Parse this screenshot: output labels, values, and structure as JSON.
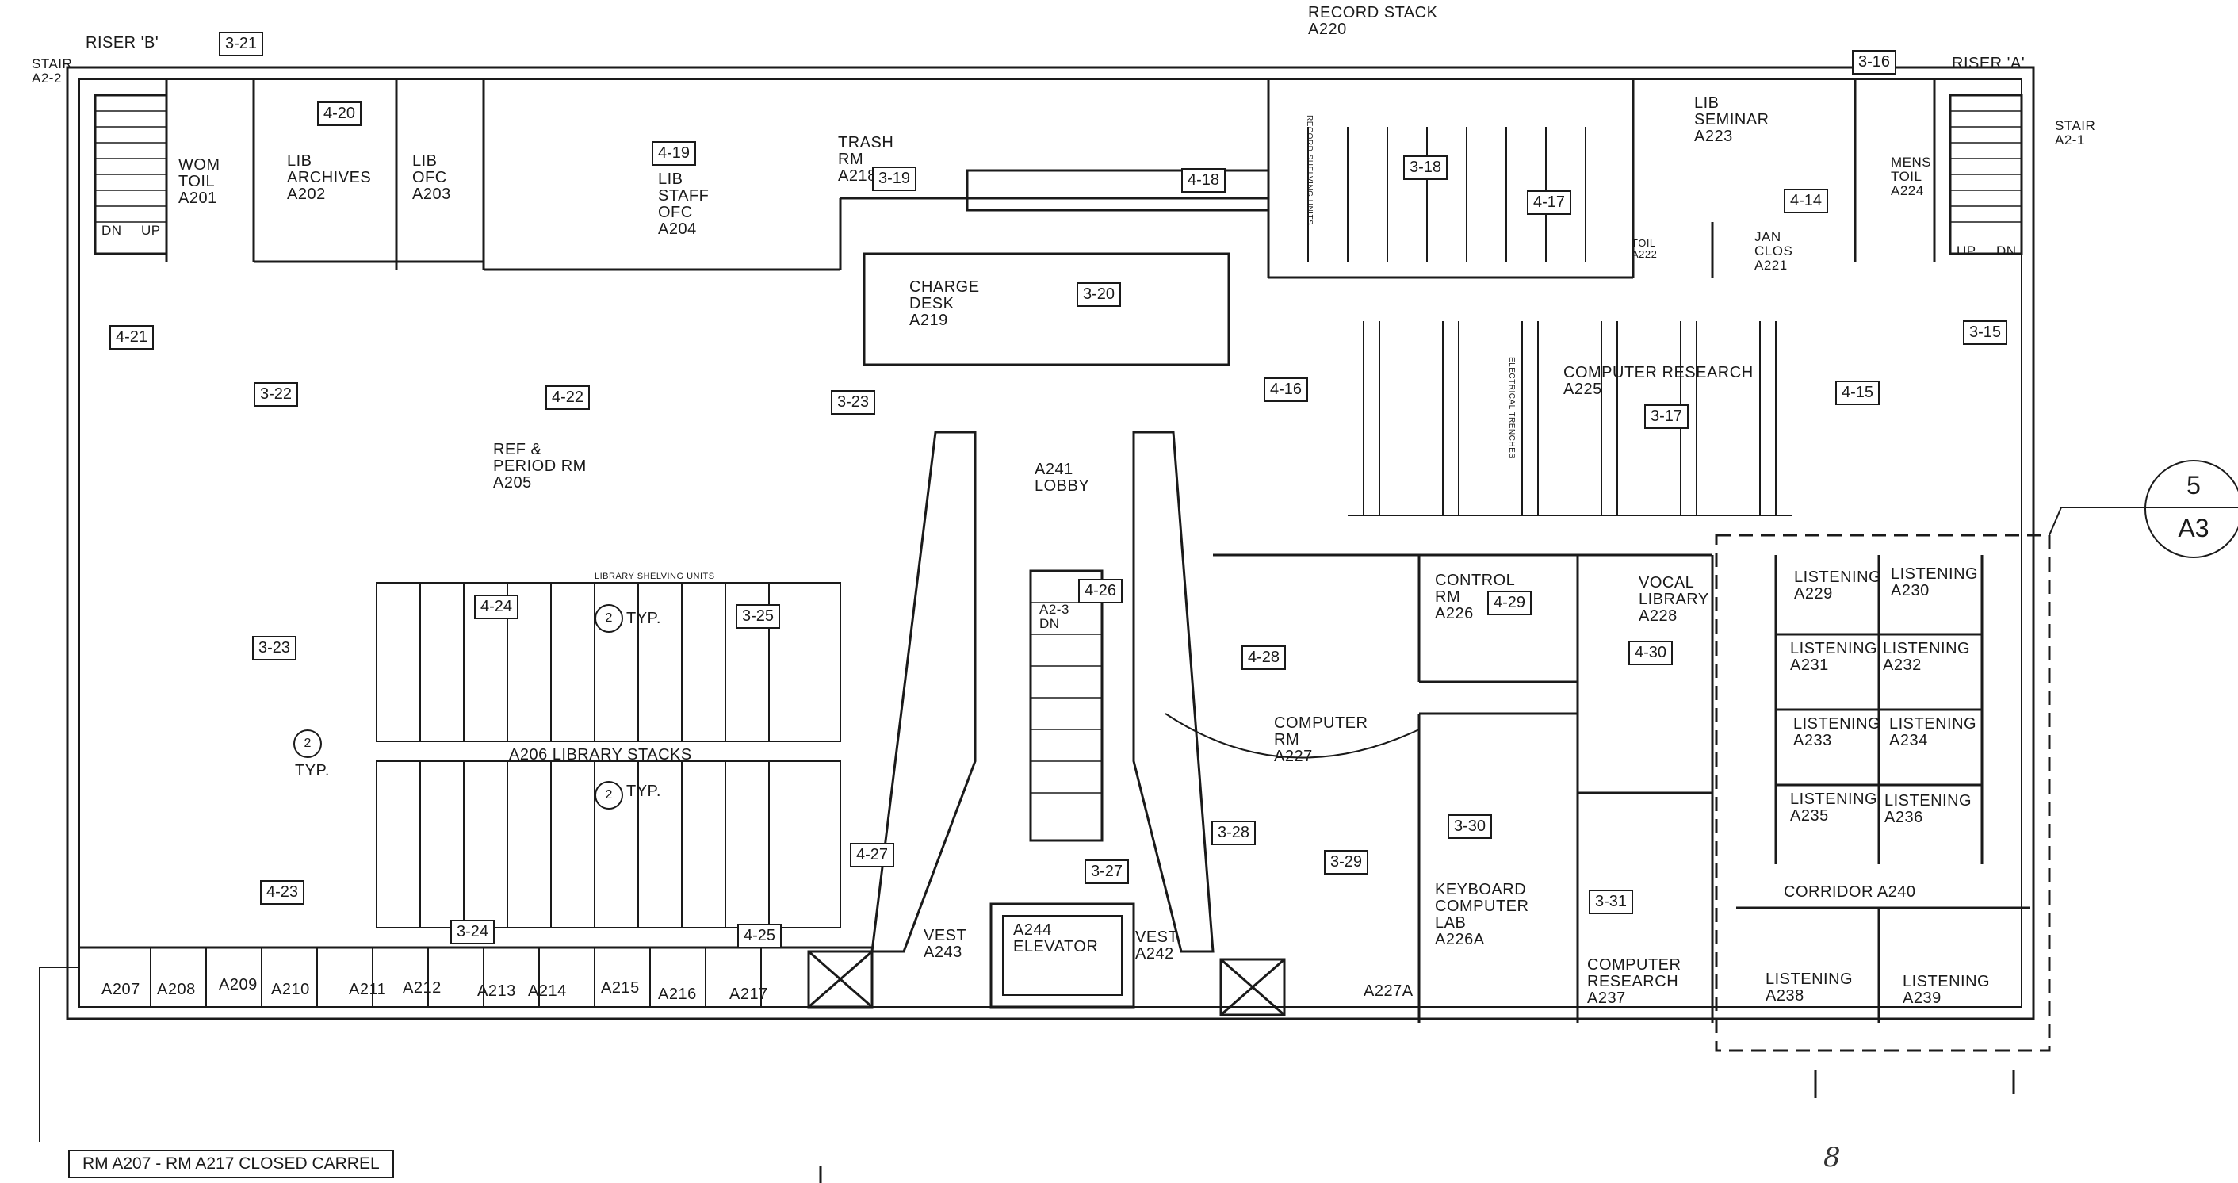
{
  "rooms": {
    "stair_a2_2": "STAIR\nA2-2",
    "riser_b": "RISER 'B'",
    "wom_toil": "WOM\nTOIL\nA201",
    "lib_archives": "LIB\nARCHIVES\nA202",
    "lib_ofc": "LIB\nOFC\nA203",
    "lib_staff_ofc": "LIB\nSTAFF\nOFC\nA204",
    "trash_rm": "TRASH\nRM\nA218",
    "charge_desk": "CHARGE\nDESK\nA219",
    "record_stack": "RECORD STACK\nA220",
    "lib_seminar": "LIB\nSEMINAR\nA223",
    "jan_clos": "JAN\nCLOS\nA221",
    "toil_a222": "TOIL\nA222",
    "mens_toil": "MENS\nTOIL\nA224",
    "riser_a": "RISER 'A'",
    "stair_a2_1": "STAIR\nA2-1",
    "computer_research_a225": "COMPUTER RESEARCH\nA225",
    "ref_period_rm": "REF &\nPERIOD RM\nA205",
    "lobby": "A241\nLOBBY",
    "a2_3_dn": "A2-3\nDN",
    "library_stacks": "A206 LIBRARY STACKS",
    "library_shelving_units": "LIBRARY SHELVING UNITS",
    "control_rm": "CONTROL\nRM\nA226",
    "vocal_library": "VOCAL\nLIBRARY\nA228",
    "computer_rm": "COMPUTER\nRM\nA227",
    "keyboard_lab": "KEYBOARD\nCOMPUTER\nLAB\nA226A",
    "computer_research_a237": "COMPUTER\nRESEARCH\nA237",
    "a227a": "A227A",
    "vest_a243": "VEST\nA243",
    "elevator": "A244\nELEVATOR",
    "vest_a242": "VEST\nA242",
    "listening_a229": "LISTENING\nA229",
    "listening_a230": "LISTENING\nA230",
    "listening_a231": "LISTENING\nA231",
    "listening_a232": "LISTENING\nA232",
    "listening_a233": "LISTENING\nA233",
    "listening_a234": "LISTENING\nA234",
    "listening_a235": "LISTENING\nA235",
    "listening_a236": "LISTENING\nA236",
    "corridor": "CORRIDOR  A240",
    "listening_a238": "LISTENING\nA238",
    "listening_a239": "LISTENING\nA239",
    "record_shelving": "RECORD SHELVING UNITS",
    "electrical_trench": "ELECTRICAL TRENCHES",
    "carrels": [
      "A207",
      "A208",
      "A209",
      "A210",
      "A211",
      "A212",
      "A213",
      "A214",
      "A215",
      "A216",
      "A217"
    ],
    "stair_dn": "DN",
    "stair_up": "UP"
  },
  "typ_notes": {
    "typ": "TYP.",
    "num": "2"
  },
  "tags": {
    "t3_21": "3-21",
    "t4_20": "4-20",
    "t4_19": "4-19",
    "t3_19": "3-19",
    "t4_18": "4-18",
    "t3_16": "3-16",
    "t3_18": "3-18",
    "t4_17": "4-17",
    "t4_14": "4-14",
    "t4_21": "4-21",
    "t3_20": "3-20",
    "t3_15": "3-15",
    "t3_22": "3-22",
    "t4_22": "4-22",
    "t3_23a": "3-23",
    "t4_16": "4-16",
    "t3_17": "3-17",
    "t4_15": "4-15",
    "t4_24": "4-24",
    "t3_25": "3-25",
    "t4_26": "4-26",
    "t4_28": "4-28",
    "t4_29": "4-29",
    "t4_30": "4-30",
    "t3_23b": "3-23",
    "t4_23": "4-23",
    "t3_24": "3-24",
    "t4_25": "4-25",
    "t4_27": "4-27",
    "t3_27": "3-27",
    "t3_28": "3-28",
    "t3_29": "3-29",
    "t3_30": "3-30",
    "t3_31": "3-31"
  },
  "section_marker": {
    "number": "5",
    "sheet": "A3"
  },
  "carrel_note": "RM A207 - RM A217 CLOSED CARREL",
  "handwriting": "8"
}
